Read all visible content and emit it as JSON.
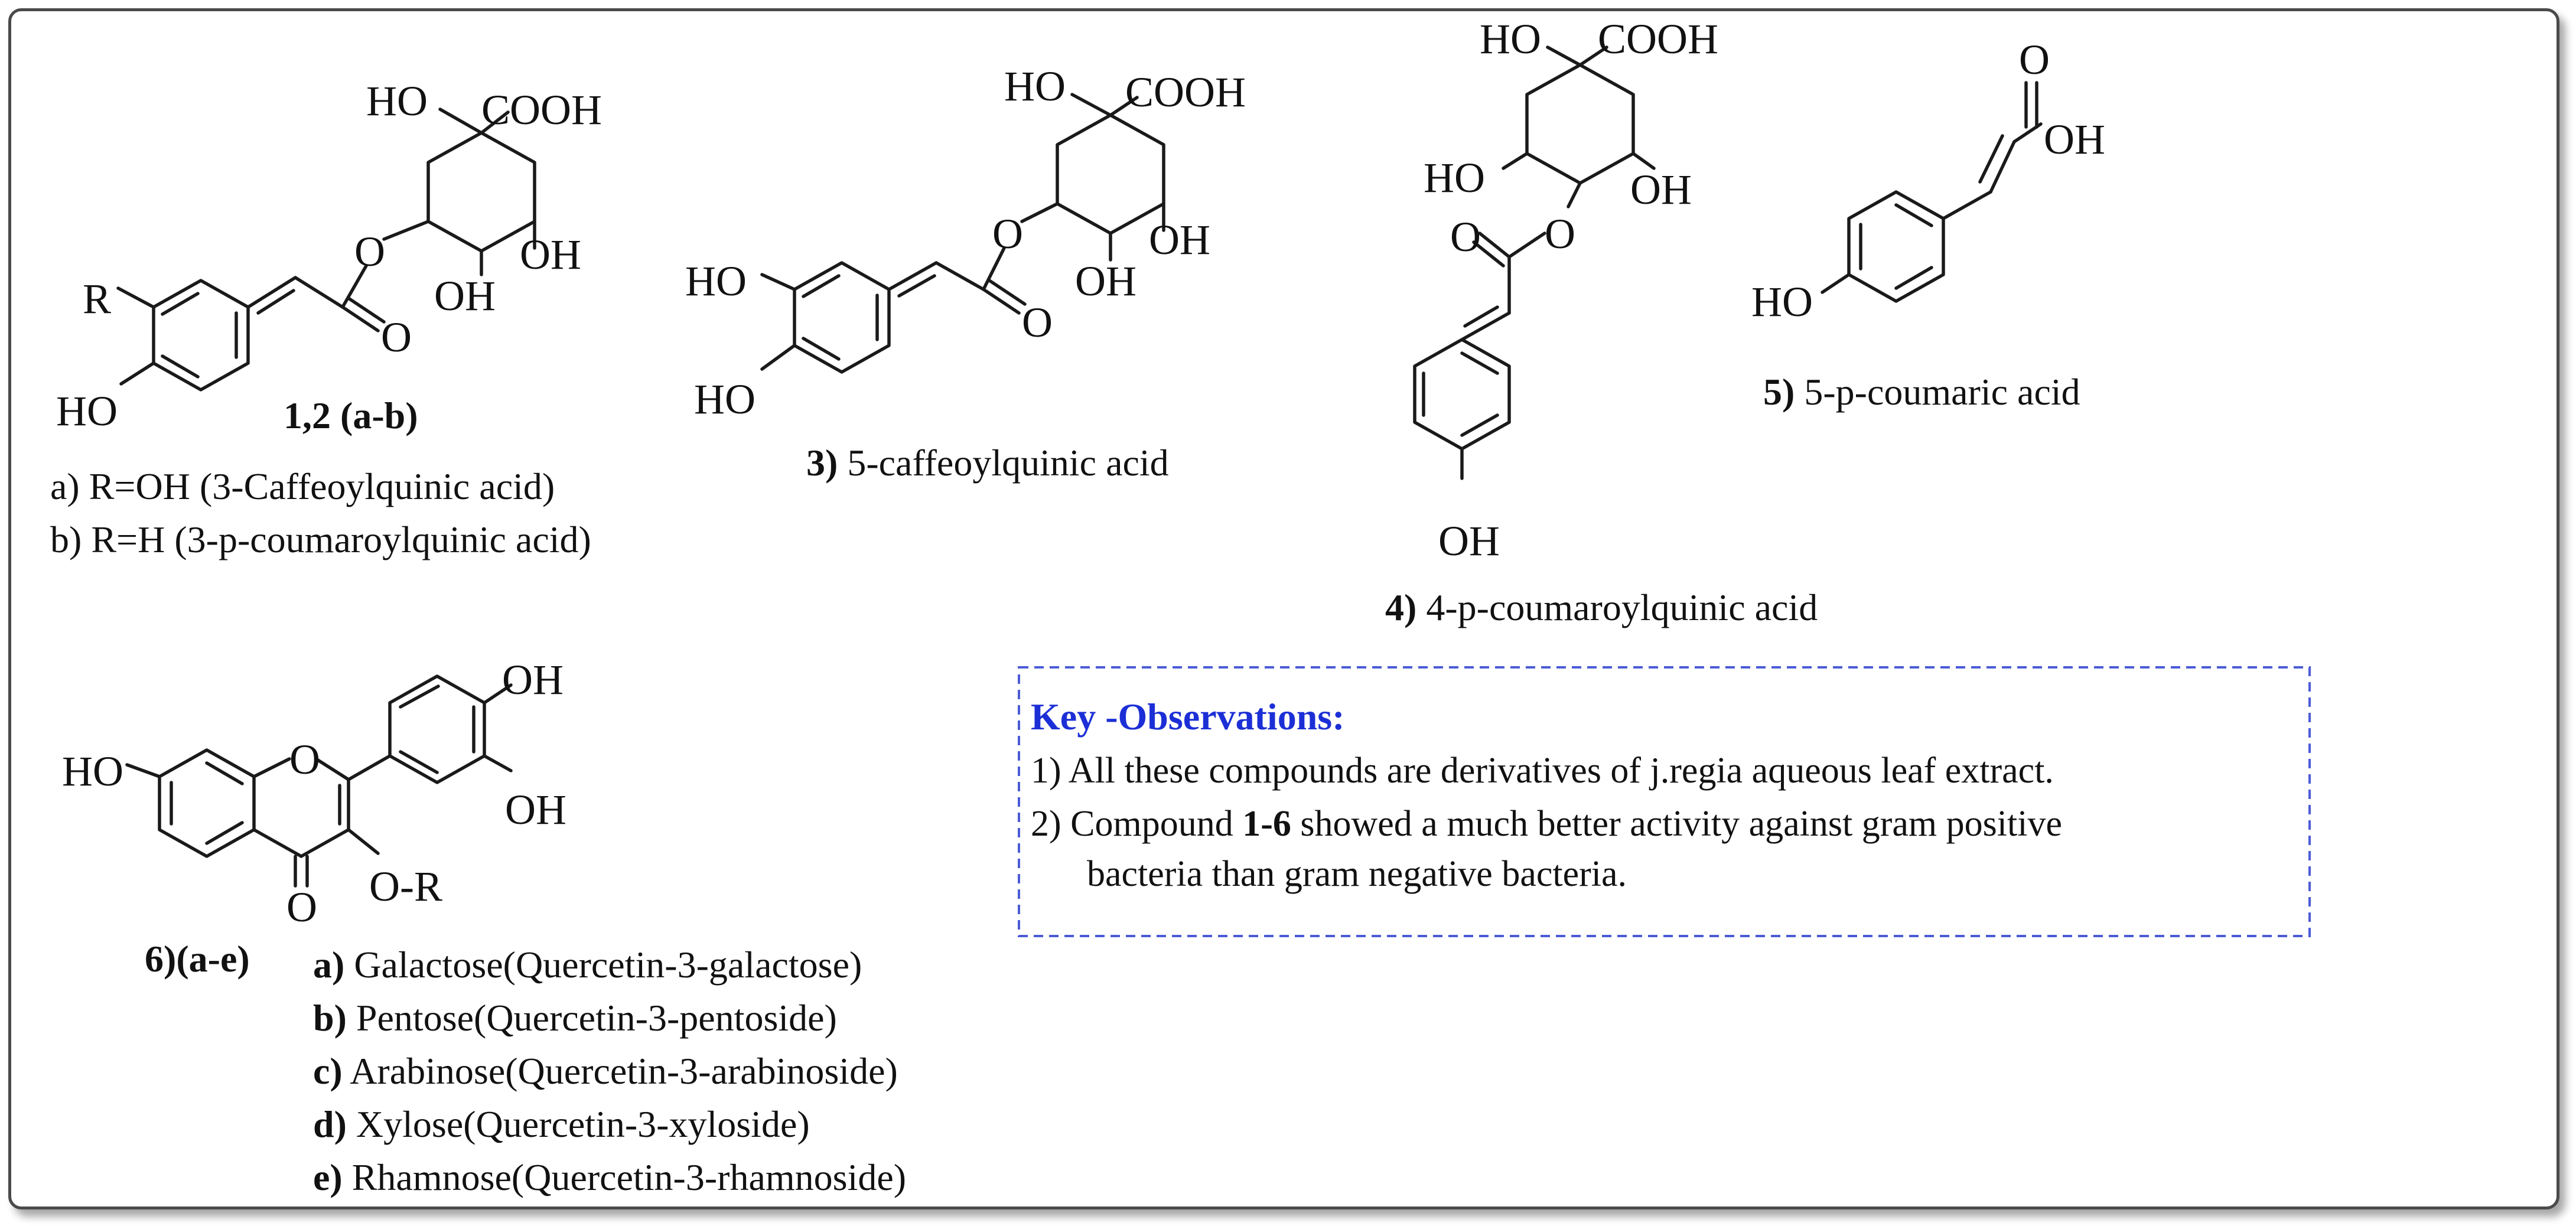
{
  "structure_labels": {
    "ho": "HO",
    "oh": "OH",
    "cooh": "COOH",
    "o": "O",
    "r": "R",
    "o_r": "O-R"
  },
  "compound_1_2": {
    "id": "1,2 (a-b)",
    "variant_a": "a) R=OH (3-Caffeoylquinic acid)",
    "variant_b": "b) R=H (3-p-coumaroylquinic acid)"
  },
  "compound_3": {
    "num": "3)",
    "name": "5-caffeoylquinic acid"
  },
  "compound_4": {
    "num": "4)",
    "name": "4-p-coumaroylquinic acid"
  },
  "compound_5": {
    "num": "5)",
    "name": "5-p-coumaric acid"
  },
  "compound_6": {
    "id": "6)(a-e)",
    "variants": [
      {
        "key": "a)",
        "text": "Galactose(Quercetin-3-galactose)"
      },
      {
        "key": "b)",
        "text": "Pentose(Quercetin-3-pentoside)"
      },
      {
        "key": "c)",
        "text": "Arabinose(Quercetin-3-arabinoside)"
      },
      {
        "key": "d)",
        "text": "Xylose(Quercetin-3-xyloside)"
      },
      {
        "key": "e)",
        "text": "Rhamnose(Quercetin-3-rhamnoside)"
      }
    ]
  },
  "key_observations": {
    "title": "Key -Observations:",
    "item1": "1) All these compounds are derivatives of j.regia aqueous leaf extract.",
    "item2_prefix": "2) Compound ",
    "item2_bold": "1-6",
    "item2_suffix": " showed a much better activity against gram positive",
    "item2_cont": "bacteria than gram negative bacteria."
  },
  "colors": {
    "key_title": "#1c2fd6",
    "key_border": "#4b5bd6",
    "frame": "#4a4a4a"
  }
}
